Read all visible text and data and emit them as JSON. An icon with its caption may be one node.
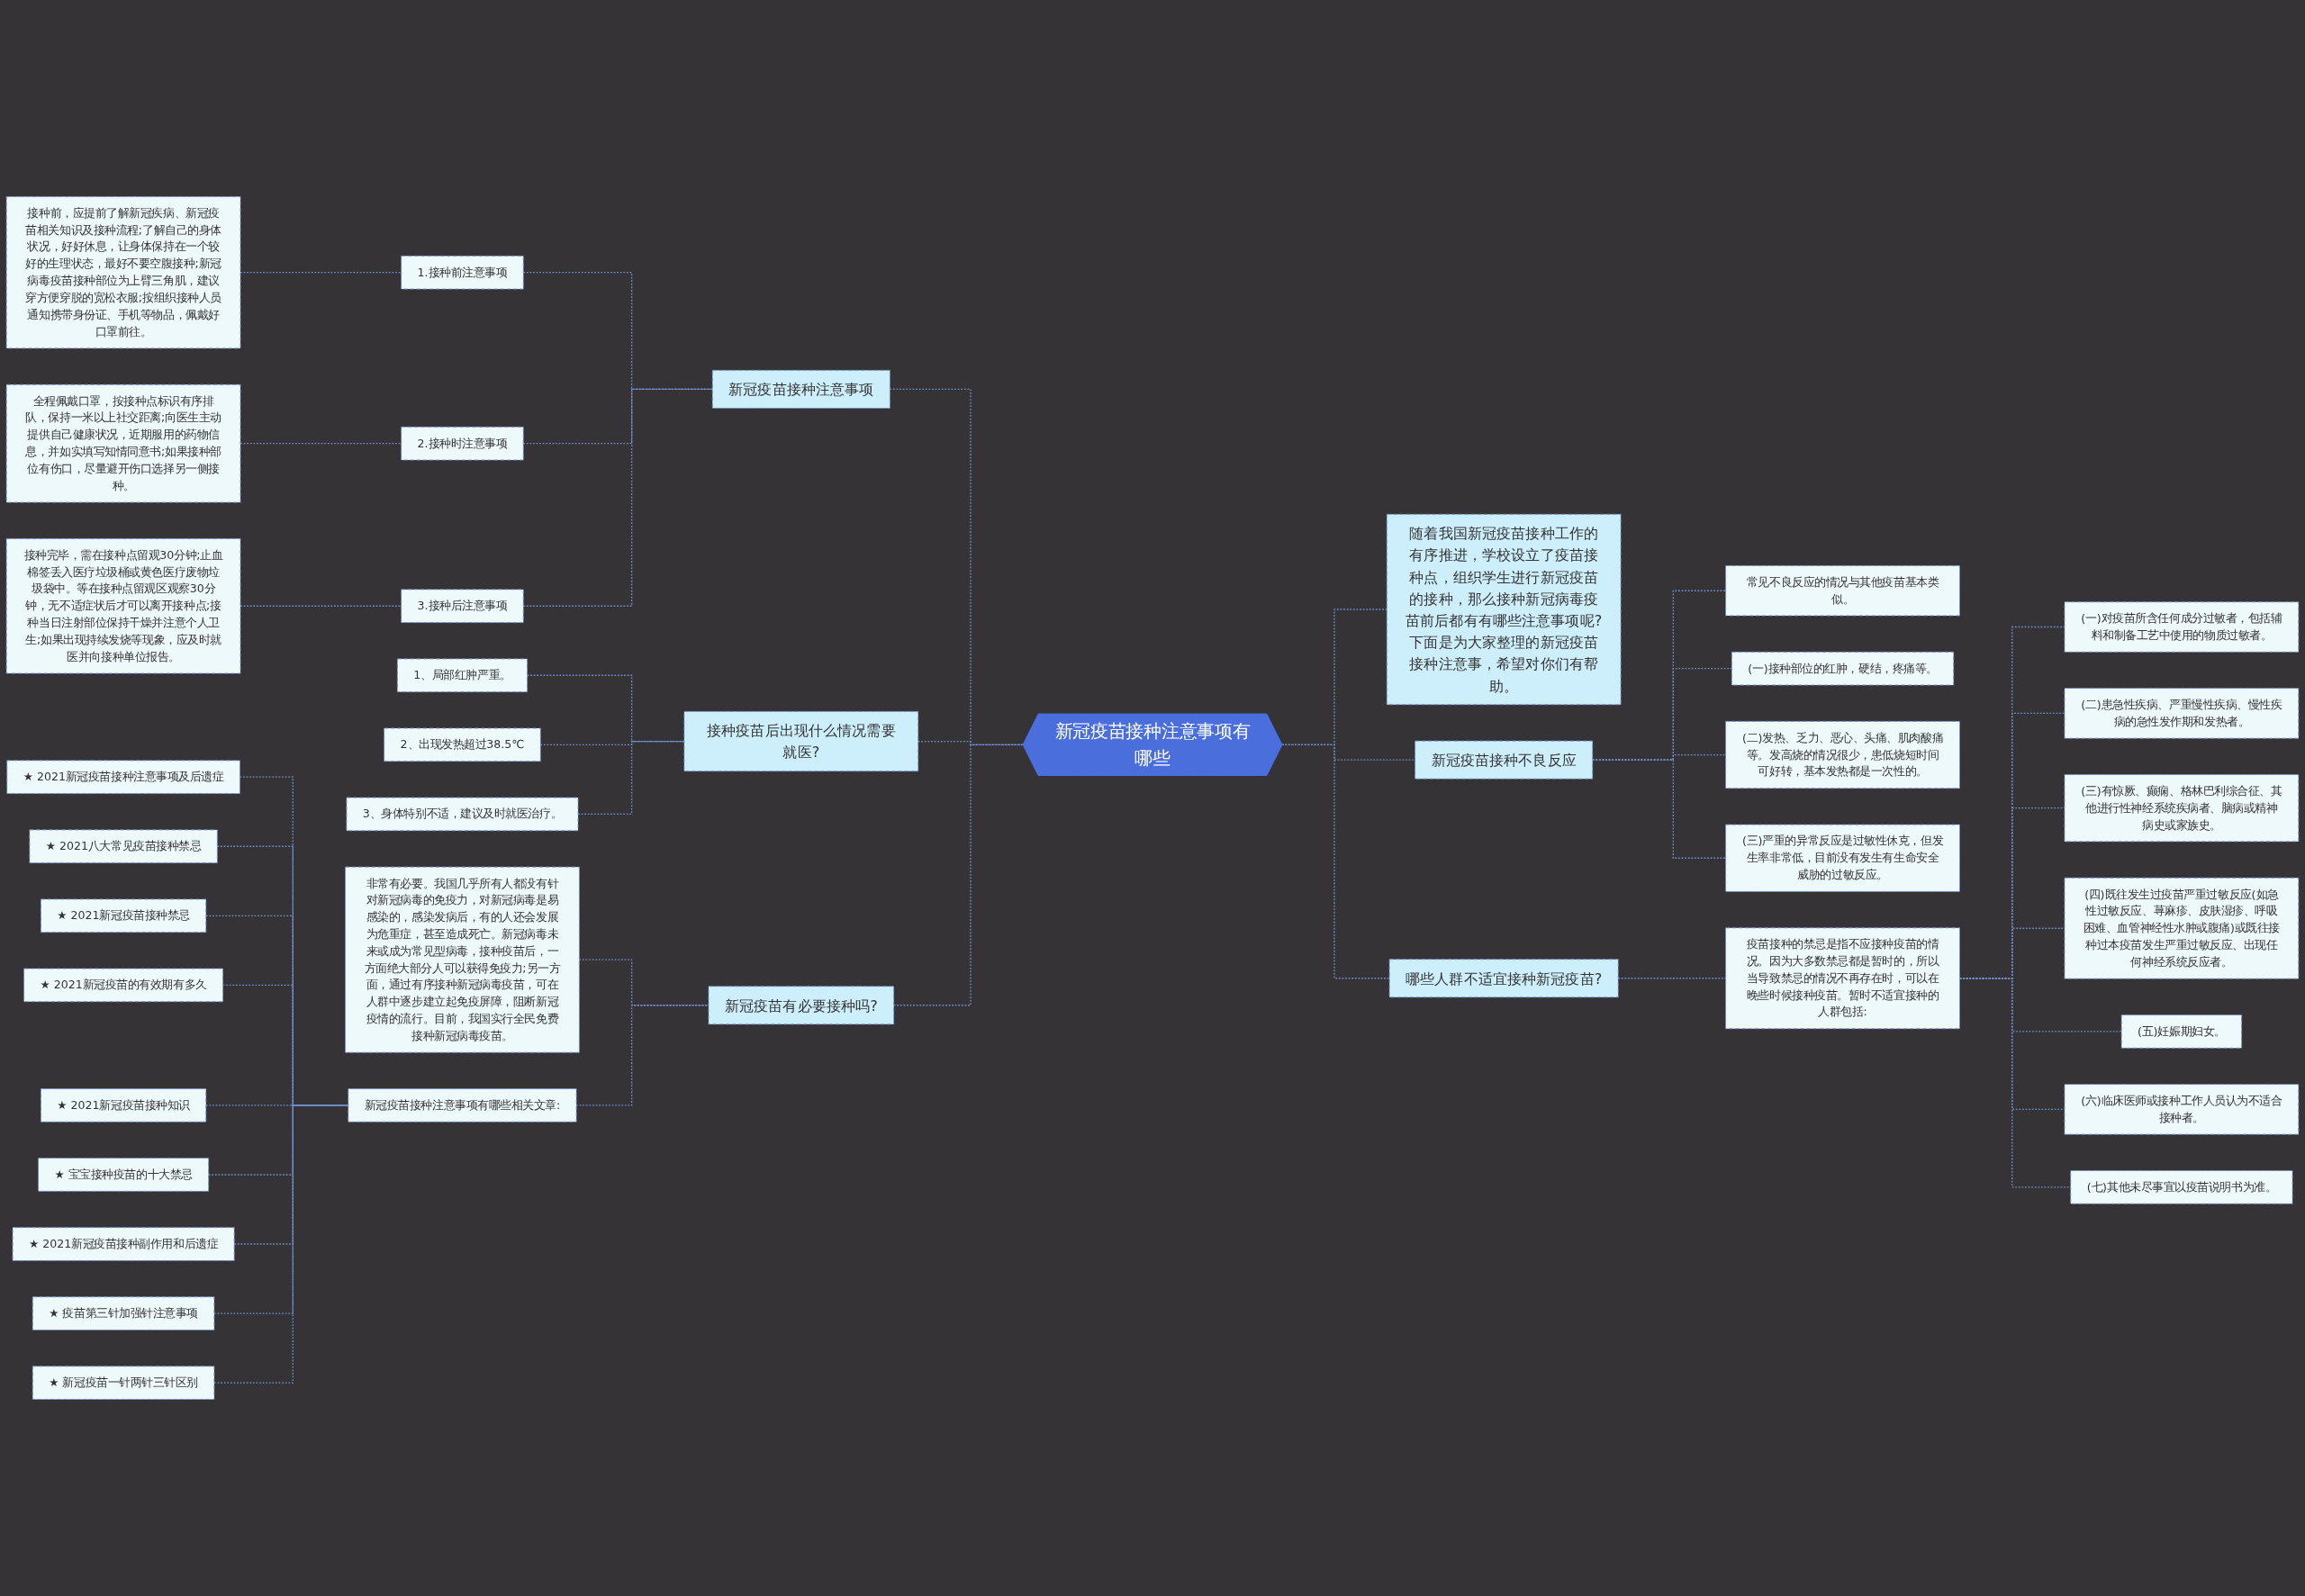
{
  "diagram": {
    "nodes": [
      {
        "text": [
          "新冠疫苗接种注意事项有哪些"
        ]
      },
      {
        "text": [
          "新冠疫苗接种注意事项"
        ]
      },
      {
        "text": [
          "1.接种前注意事项"
        ]
      },
      {
        "text": [
          "接种前，应提前了解新冠疾病、新冠疫苗相关知识及接种流程;了解自己的身体状况，好好休息，让身体保持在一个较好的生理状态，最好不要空腹接种;新冠病毒疫苗接种部位为上臂三角肌，建议穿方便穿脱的宽松衣服;按组织接种人员通知携带身份证、手机等物品，佩戴好口罩前往。"
        ]
      },
      {
        "text": [
          "2.接种时注意事项"
        ]
      },
      {
        "text": [
          "全程佩戴口罩，按接种点标识有序排队，保持一米以上社交距离;向医生主动提供自己健康状况，近期服用的药物信息，并如实填写知情同意书;如果接种部位有伤口，尽量避开伤口选择另一侧接种。"
        ]
      },
      {
        "text": [
          "3.接种后注意事项"
        ]
      },
      {
        "text": [
          "接种完毕，需在接种点留观30分钟;止血棉签丢入医疗垃圾桶或黄色医疗废物垃圾袋中。等在接种点留观区观察30分钟，无不适症状后才可以离开接种点;接种当日注射部位保持干燥并注意个人卫生;如果出现持续发烧等现象，应及时就医并向接种单位报告。"
        ]
      },
      {
        "text": [
          "接种疫苗后出现什么情况需要就医?"
        ]
      },
      {
        "text": [
          "1、局部红肿严重。"
        ]
      },
      {
        "text": [
          "2、出现发热超过38.5℃"
        ]
      },
      {
        "text": [
          "3、身体特别不适，建议及时就医治疗。"
        ]
      },
      {
        "text": [
          "新冠疫苗有必要接种吗?"
        ]
      },
      {
        "text": [
          "非常有必要。我国几乎所有人都没有针对新冠病毒的免疫力，对新冠病毒是易感染的，感染发病后，有的人还会发展为危重症，甚至造成死亡。新冠病毒未来或成为常见型病毒，接种疫苗后，一方面绝大部分人可以获得免疫力;另一方面，通过有序接种新冠病毒疫苗，可在人群中逐步建立起免疫屏障，阻断新冠疫情的流行。目前，我国实行全民免费接种新冠病毒疫苗。"
        ]
      },
      {
        "text": [
          "新冠疫苗接种注意事项有哪些相关文章:"
        ]
      },
      {
        "text": [
          "★ 2021新冠疫苗接种注意事项及后遗症"
        ]
      },
      {
        "text": [
          "★ 2021八大常见疫苗接种禁忌"
        ]
      },
      {
        "text": [
          "★ 2021新冠疫苗接种禁忌"
        ]
      },
      {
        "text": [
          "★ 2021新冠疫苗的有效期有多久"
        ]
      },
      {
        "text": [
          "★ 2021新冠疫苗接种知识"
        ]
      },
      {
        "text": [
          "★ 宝宝接种疫苗的十大禁忌"
        ]
      },
      {
        "text": [
          "★ 2021新冠疫苗接种副作用和后遗症"
        ]
      },
      {
        "text": [
          "★ 疫苗第三针加强针注意事项"
        ]
      },
      {
        "text": [
          "★ 新冠疫苗一针两针三针区别"
        ]
      },
      {
        "text": [
          "随着我国新冠疫苗接种工作的有序推进，学校设立了疫苗接种点，组织学生进行新冠疫苗的接种，那么接种新冠病毒疫苗前后都有有哪些注意事项呢?下面是为大家整理的新冠疫苗接种注意事，希望对你们有帮助。"
        ]
      },
      {
        "text": [
          "新冠疫苗接种不良反应"
        ]
      },
      {
        "text": [
          "常见不良反应的情况与其他疫苗基本类似。"
        ]
      },
      {
        "text": [
          "(一)接种部位的红肿，硬结，疼痛等。"
        ]
      },
      {
        "text": [
          "(二)发热、乏力、恶心、头痛、肌肉酸痛等。发高烧的情况很少，患低烧短时间可好转，基本发热都是一次性的。"
        ]
      },
      {
        "text": [
          "(三)严重的异常反应是过敏性休克，但发生率非常低，目前没有发生有生命安全威胁的过敏反应。"
        ]
      },
      {
        "text": [
          "哪些人群不适宜接种新冠疫苗?"
        ]
      },
      {
        "text": [
          "疫苗接种的禁忌是指不应接种疫苗的情况。因为大多数禁忌都是暂时的，所以当导致禁忌的情况不再存在时，可以在晚些时候接种疫苗。暂时不适宜接种的人群包括:"
        ]
      },
      {
        "text": [
          "(一)对疫苗所含任何成分过敏者，包括辅料和制备工艺中使用的物质过敏者。"
        ]
      },
      {
        "text": [
          "(二)患急性疾病、严重慢性疾病、慢性疾病的急性发作期和发热者。"
        ]
      },
      {
        "text": [
          "(三)有惊厥、癫痫、格林巴利综合征、其他进行性神经系统疾病者、脑病或精神病史或家族史。"
        ]
      },
      {
        "text": [
          "(四)既往发生过疫苗严重过敏反应(如急性过敏反应、荨麻疹、皮肤湿疹、呼吸困难、血管神经性水肿或腹痛)或既往接种过本疫苗发生严重过敏反应、出现任何神经系统反应者。"
        ]
      },
      {
        "text": [
          "(五)妊娠期妇女。"
        ]
      },
      {
        "text": [
          "(六)临床医师或接种工作人员认为不适合接种者。"
        ]
      },
      {
        "text": [
          "(七)其他未尽事宜以疫苗说明书为准。"
        ]
      }
    ],
    "edges": [
      {
        "from": 1,
        "to": 0,
        "arrow": "none",
        "style": "dashed"
      },
      {
        "from": 2,
        "to": 1,
        "arrow": "none",
        "style": "dashed"
      },
      {
        "from": 3,
        "to": 2,
        "arrow": "none",
        "style": "dashed"
      },
      {
        "from": 4,
        "to": 1,
        "arrow": "none",
        "style": "dashed"
      },
      {
        "from": 5,
        "to": 4,
        "arrow": "none",
        "style": "dashed"
      },
      {
        "from": 6,
        "to": 1,
        "arrow": "none",
        "style": "dashed"
      },
      {
        "from": 7,
        "to": 6,
        "arrow": "none",
        "style": "dashed"
      },
      {
        "from": 8,
        "to": 0,
        "arrow": "none",
        "style": "dashed"
      },
      {
        "from": 9,
        "to": 8,
        "arrow": "none",
        "style": "dashed"
      },
      {
        "from": 10,
        "to": 8,
        "arrow": "none",
        "style": "dashed"
      },
      {
        "from": 11,
        "to": 8,
        "arrow": "none",
        "style": "dashed"
      },
      {
        "from": 12,
        "to": 0,
        "arrow": "none",
        "style": "dashed"
      },
      {
        "from": 13,
        "to": 12,
        "arrow": "none",
        "style": "dashed"
      },
      {
        "from": 14,
        "to": 12,
        "arrow": "none",
        "style": "dashed"
      },
      {
        "from": 15,
        "to": 14,
        "arrow": "none",
        "style": "dashed"
      },
      {
        "from": 16,
        "to": 14,
        "arrow": "none",
        "style": "dashed"
      },
      {
        "from": 17,
        "to": 14,
        "arrow": "none",
        "style": "dashed"
      },
      {
        "from": 18,
        "to": 14,
        "arrow": "none",
        "style": "dashed"
      },
      {
        "from": 19,
        "to": 14,
        "arrow": "none",
        "style": "dashed"
      },
      {
        "from": 20,
        "to": 14,
        "arrow": "none",
        "style": "dashed"
      },
      {
        "from": 21,
        "to": 14,
        "arrow": "none",
        "style": "dashed"
      },
      {
        "from": 22,
        "to": 14,
        "arrow": "none",
        "style": "dashed"
      },
      {
        "from": 23,
        "to": 14,
        "arrow": "none",
        "style": "dashed"
      },
      {
        "from": 0,
        "to": 24,
        "arrow": "none",
        "style": "dashed"
      },
      {
        "from": 0,
        "to": 25,
        "arrow": "none",
        "style": "dashed"
      },
      {
        "from": 25,
        "to": 26,
        "arrow": "none",
        "style": "dashed"
      },
      {
        "from": 25,
        "to": 27,
        "arrow": "none",
        "style": "dashed"
      },
      {
        "from": 25,
        "to": 28,
        "arrow": "none",
        "style": "dashed"
      },
      {
        "from": 25,
        "to": 29,
        "arrow": "none",
        "style": "dashed"
      },
      {
        "from": 0,
        "to": 30,
        "arrow": "none",
        "style": "dashed"
      },
      {
        "from": 30,
        "to": 31,
        "arrow": "none",
        "style": "dashed"
      },
      {
        "from": 31,
        "to": 32,
        "arrow": "none",
        "style": "dashed"
      },
      {
        "from": 31,
        "to": 33,
        "arrow": "none",
        "style": "dashed"
      },
      {
        "from": 31,
        "to": 34,
        "arrow": "none",
        "style": "dashed"
      },
      {
        "from": 31,
        "to": 35,
        "arrow": "none",
        "style": "dashed"
      },
      {
        "from": 31,
        "to": 36,
        "arrow": "none",
        "style": "dashed"
      },
      {
        "from": 31,
        "to": 37,
        "arrow": "none",
        "style": "dashed"
      },
      {
        "from": 31,
        "to": 38,
        "arrow": "none",
        "style": "dashed"
      }
    ]
  }
}
